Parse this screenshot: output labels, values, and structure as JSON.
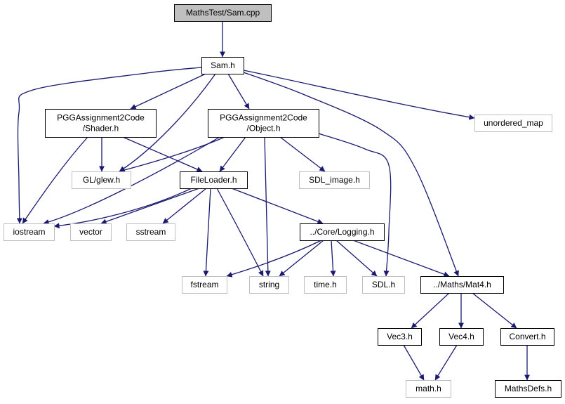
{
  "diagram": {
    "colors": {
      "edge": "#191970",
      "root_fill": "#bfbfbf",
      "local_border": "#000000",
      "system_border": "#bfbfbf",
      "system_text": "#404040"
    },
    "nodes": [
      {
        "id": "mathstest-sam-cpp",
        "lines": [
          "MathsTest/Sam.cpp"
        ],
        "kind": "root"
      },
      {
        "id": "sam-h",
        "lines": [
          "Sam.h"
        ],
        "kind": "local"
      },
      {
        "id": "pgg-shader-h",
        "lines": [
          "PGGAssignment2Code",
          "/Shader.h"
        ],
        "kind": "local"
      },
      {
        "id": "pgg-object-h",
        "lines": [
          "PGGAssignment2Code",
          "/Object.h"
        ],
        "kind": "local"
      },
      {
        "id": "unordered-map",
        "lines": [
          "unordered_map"
        ],
        "kind": "system"
      },
      {
        "id": "gl-glew-h",
        "lines": [
          "GL/glew.h"
        ],
        "kind": "system"
      },
      {
        "id": "fileloader-h",
        "lines": [
          "FileLoader.h"
        ],
        "kind": "local"
      },
      {
        "id": "sdl-image-h",
        "lines": [
          "SDL_image.h"
        ],
        "kind": "system"
      },
      {
        "id": "iostream",
        "lines": [
          "iostream"
        ],
        "kind": "system"
      },
      {
        "id": "vector",
        "lines": [
          "vector"
        ],
        "kind": "system"
      },
      {
        "id": "sstream",
        "lines": [
          "sstream"
        ],
        "kind": "system"
      },
      {
        "id": "core-logging-h",
        "lines": [
          "../Core/Logging.h"
        ],
        "kind": "local"
      },
      {
        "id": "fstream",
        "lines": [
          "fstream"
        ],
        "kind": "system"
      },
      {
        "id": "string",
        "lines": [
          "string"
        ],
        "kind": "system"
      },
      {
        "id": "time-h",
        "lines": [
          "time.h"
        ],
        "kind": "system"
      },
      {
        "id": "sdl-h",
        "lines": [
          "SDL.h"
        ],
        "kind": "system"
      },
      {
        "id": "maths-mat4-h",
        "lines": [
          "../Maths/Mat4.h"
        ],
        "kind": "local"
      },
      {
        "id": "vec3-h",
        "lines": [
          "Vec3.h"
        ],
        "kind": "local"
      },
      {
        "id": "vec4-h",
        "lines": [
          "Vec4.h"
        ],
        "kind": "local"
      },
      {
        "id": "convert-h",
        "lines": [
          "Convert.h"
        ],
        "kind": "local"
      },
      {
        "id": "math-h",
        "lines": [
          "math.h"
        ],
        "kind": "system"
      },
      {
        "id": "mathsdefs-h",
        "lines": [
          "MathsDefs.h"
        ],
        "kind": "local"
      }
    ],
    "edges": [
      {
        "from": "mathstest-sam-cpp",
        "to": "sam-h"
      },
      {
        "from": "sam-h",
        "to": "iostream"
      },
      {
        "from": "sam-h",
        "to": "pgg-shader-h"
      },
      {
        "from": "sam-h",
        "to": "gl-glew-h"
      },
      {
        "from": "sam-h",
        "to": "pgg-object-h"
      },
      {
        "from": "sam-h",
        "to": "unordered-map"
      },
      {
        "from": "sam-h",
        "to": "maths-mat4-h"
      },
      {
        "from": "pgg-shader-h",
        "to": "gl-glew-h"
      },
      {
        "from": "pgg-shader-h",
        "to": "fileloader-h"
      },
      {
        "from": "pgg-shader-h",
        "to": "iostream"
      },
      {
        "from": "pgg-object-h",
        "to": "gl-glew-h"
      },
      {
        "from": "pgg-object-h",
        "to": "fileloader-h"
      },
      {
        "from": "pgg-object-h",
        "to": "iostream"
      },
      {
        "from": "pgg-object-h",
        "to": "string"
      },
      {
        "from": "pgg-object-h",
        "to": "sdl-image-h"
      },
      {
        "from": "pgg-object-h",
        "to": "sdl-h"
      },
      {
        "from": "fileloader-h",
        "to": "iostream"
      },
      {
        "from": "fileloader-h",
        "to": "vector"
      },
      {
        "from": "fileloader-h",
        "to": "sstream"
      },
      {
        "from": "fileloader-h",
        "to": "fstream"
      },
      {
        "from": "fileloader-h",
        "to": "string"
      },
      {
        "from": "fileloader-h",
        "to": "core-logging-h"
      },
      {
        "from": "core-logging-h",
        "to": "fstream"
      },
      {
        "from": "core-logging-h",
        "to": "string"
      },
      {
        "from": "core-logging-h",
        "to": "time-h"
      },
      {
        "from": "core-logging-h",
        "to": "sdl-h"
      },
      {
        "from": "core-logging-h",
        "to": "maths-mat4-h"
      },
      {
        "from": "maths-mat4-h",
        "to": "vec3-h"
      },
      {
        "from": "maths-mat4-h",
        "to": "vec4-h"
      },
      {
        "from": "maths-mat4-h",
        "to": "convert-h"
      },
      {
        "from": "vec3-h",
        "to": "math-h"
      },
      {
        "from": "vec4-h",
        "to": "math-h"
      },
      {
        "from": "convert-h",
        "to": "mathsdefs-h"
      }
    ]
  }
}
